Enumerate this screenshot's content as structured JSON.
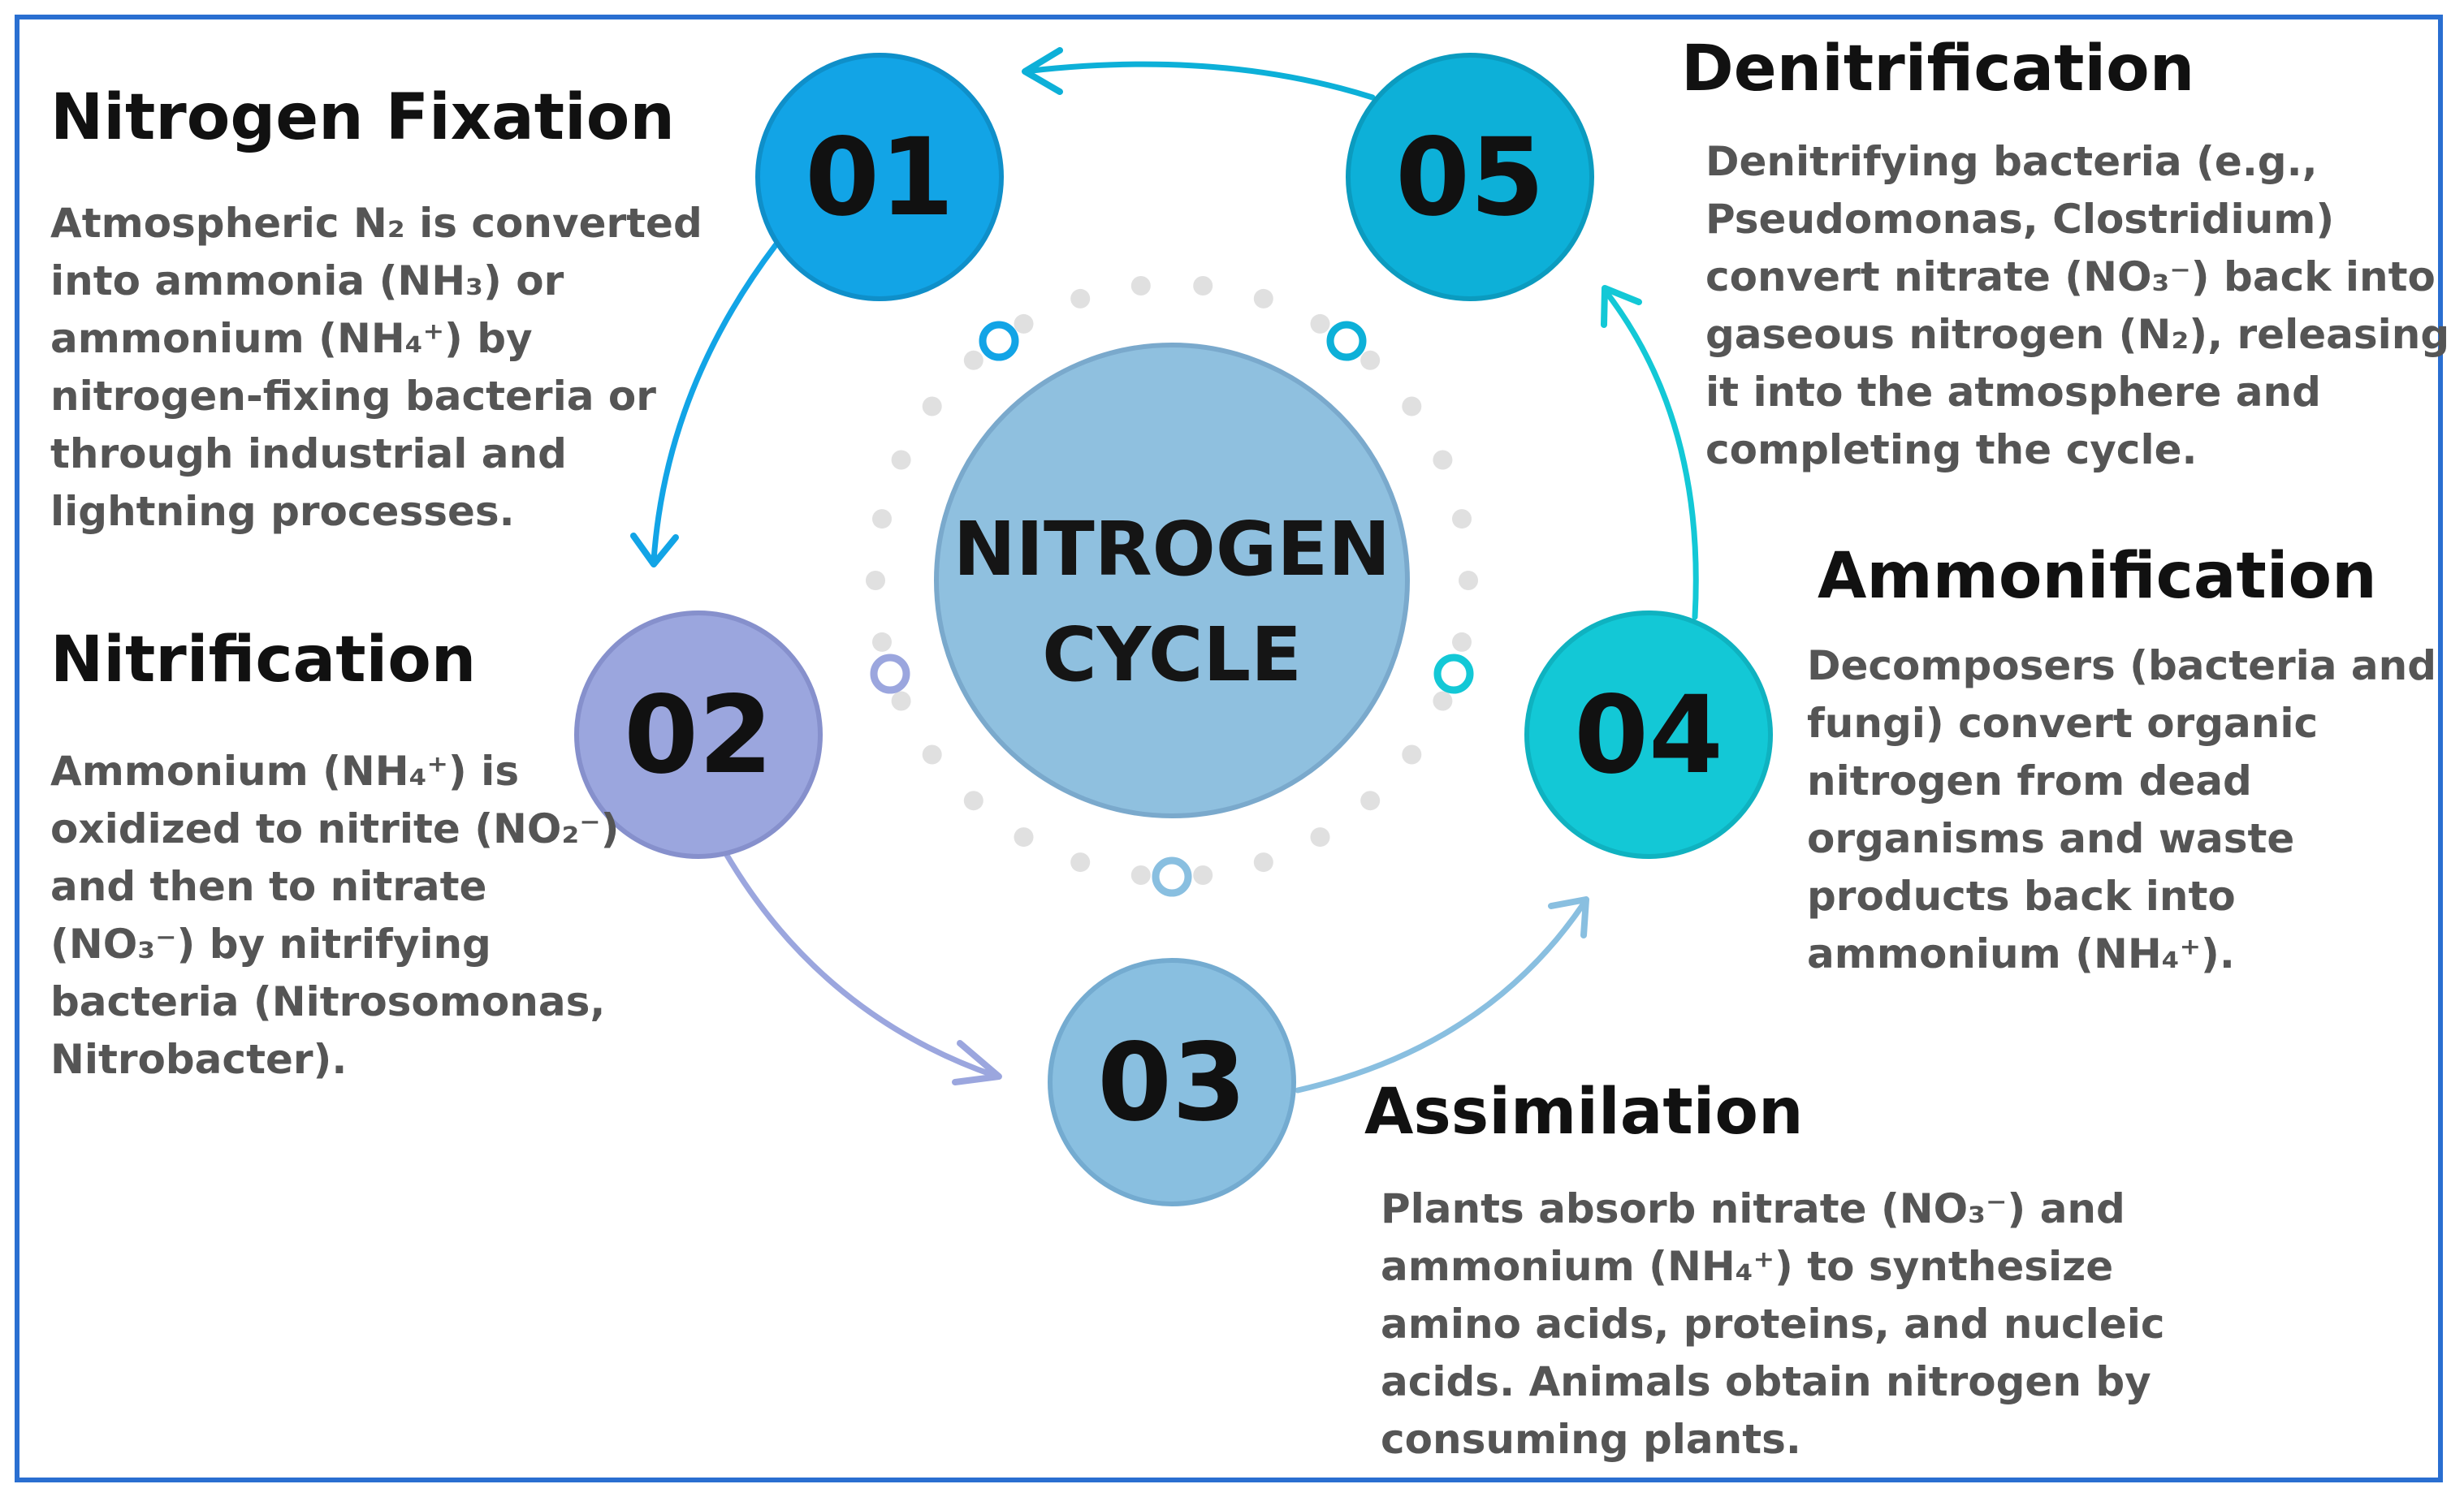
{
  "center": {
    "line1": "NITROGEN",
    "line2": "CYCLE"
  },
  "colors": {
    "frame": "#2a6fd1",
    "step1": "#12a4e6",
    "step2": "#9ba6de",
    "step3": "#89bfe0",
    "step4": "#13c8d6",
    "step5": "#0db0d8",
    "center": "#8fc0df",
    "dots": "#e0e0e0"
  },
  "steps": [
    {
      "number": "01",
      "title": "Nitrogen Fixation",
      "description": [
        "Atmospheric N₂ is converted",
        "into ammonia (NH₃) or",
        "ammonium (NH₄⁺) by",
        "nitrogen-fixing bacteria or",
        "through industrial and",
        "lightning processes."
      ]
    },
    {
      "number": "02",
      "title": "Nitrification",
      "description": [
        "Ammonium (NH₄⁺) is",
        "oxidized to nitrite (NO₂⁻)",
        "and then to nitrate",
        "(NO₃⁻) by nitrifying",
        "bacteria (Nitrosomonas,",
        "Nitrobacter)."
      ]
    },
    {
      "number": "03",
      "title": "Assimilation",
      "description": [
        "Plants absorb nitrate (NO₃⁻) and",
        "ammonium (NH₄⁺) to synthesize",
        "amino acids, proteins, and nucleic",
        "acids. Animals obtain nitrogen by",
        "consuming plants."
      ]
    },
    {
      "number": "04",
      "title": "Ammonification",
      "description": [
        "Decomposers (bacteria and",
        "fungi) convert organic",
        "nitrogen from dead",
        "organisms and waste",
        "products back into",
        "ammonium (NH₄⁺)."
      ]
    },
    {
      "number": "05",
      "title": "Denitrification",
      "description": [
        "Denitrifying bacteria (e.g.,",
        "Pseudomonas, Clostridium)",
        "convert nitrate (NO₃⁻) back into",
        "gaseous nitrogen (N₂), releasing",
        "it into the atmosphere and",
        "completing the cycle."
      ]
    }
  ]
}
